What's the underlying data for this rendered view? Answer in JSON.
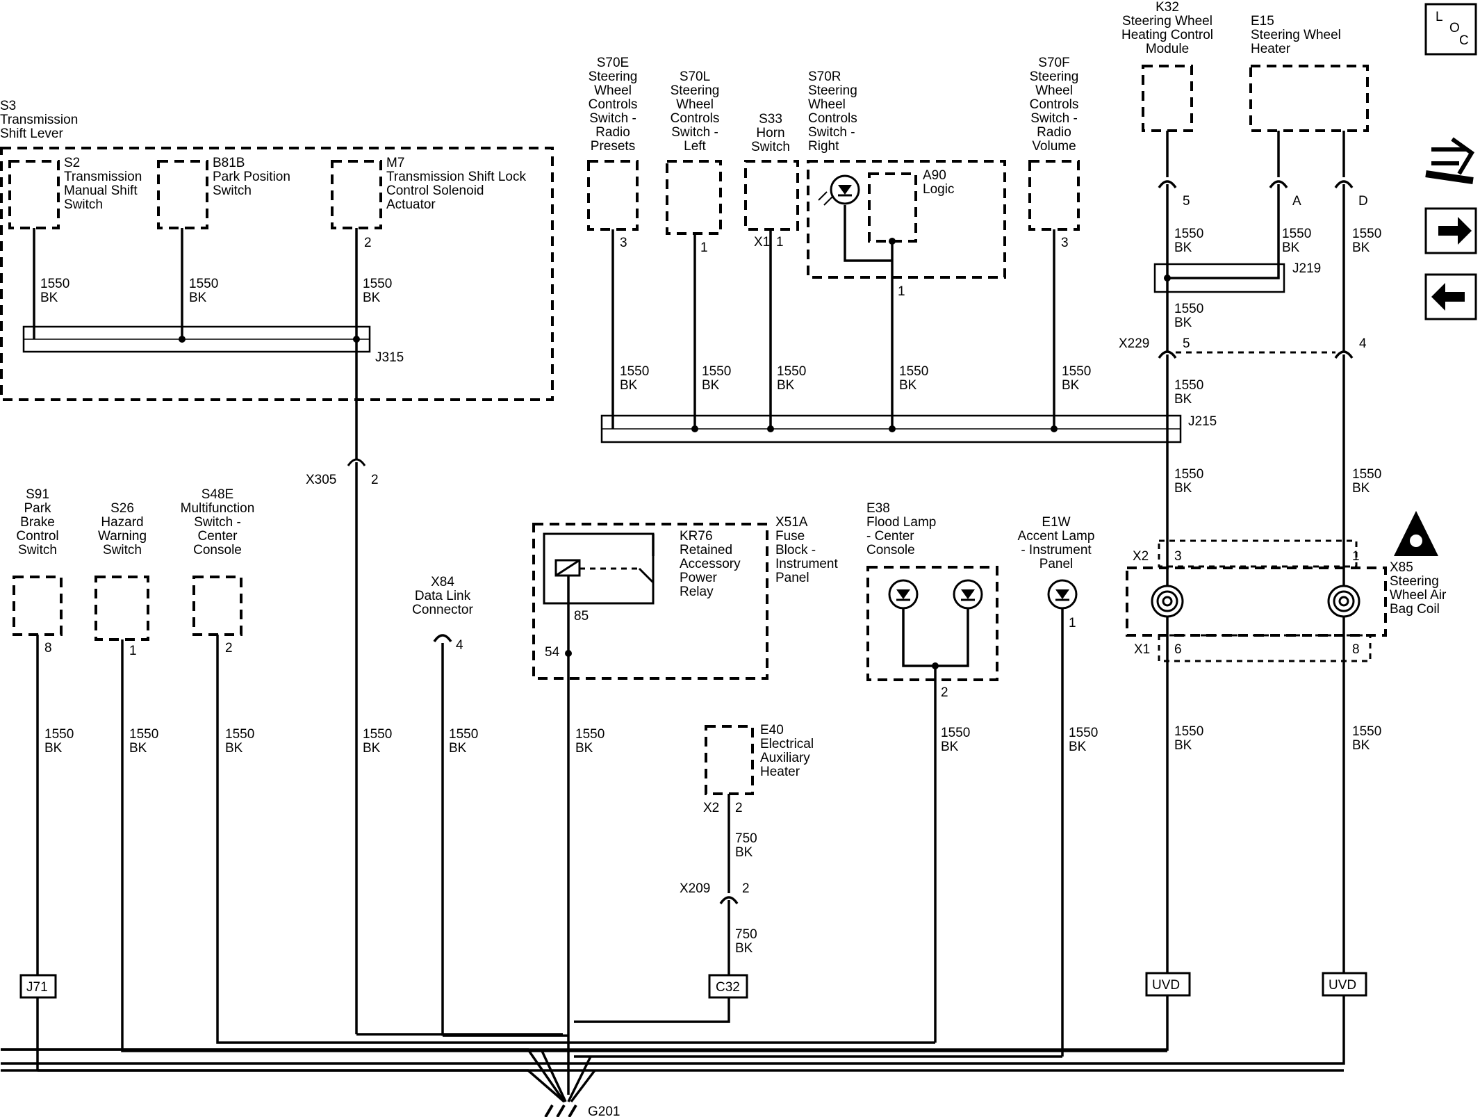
{
  "components": [
    {
      "id": "s3",
      "lines": [
        "S3",
        "Transmission",
        "Shift Lever"
      ]
    },
    {
      "id": "s2",
      "lines": [
        "S2",
        "Transmission",
        "Manual Shift",
        "Switch"
      ]
    },
    {
      "id": "b81b",
      "lines": [
        "B81B",
        "Park Position",
        "Switch"
      ]
    },
    {
      "id": "m7",
      "lines": [
        "M7",
        "Transmission Shift Lock",
        "Control Solenoid",
        "Actuator"
      ]
    },
    {
      "id": "s70e",
      "lines": [
        "S70E",
        "Steering",
        "Wheel",
        "Controls",
        "Switch -",
        "Radio",
        "Presets"
      ]
    },
    {
      "id": "s70l",
      "lines": [
        "S70L",
        "Steering",
        "Wheel",
        "Controls",
        "Switch -",
        "Left"
      ]
    },
    {
      "id": "s33",
      "lines": [
        "S33",
        "Horn",
        "Switch"
      ]
    },
    {
      "id": "s70r",
      "lines": [
        "S70R",
        "Steering",
        "Wheel",
        "Controls",
        "Switch -",
        "Right"
      ]
    },
    {
      "id": "a90",
      "lines": [
        "A90",
        "Logic"
      ]
    },
    {
      "id": "s70f",
      "lines": [
        "S70F",
        "Steering",
        "Wheel",
        "Controls",
        "Switch -",
        "Radio",
        "Volume"
      ]
    },
    {
      "id": "k32",
      "lines": [
        "K32",
        "Steering Wheel",
        "Heating Control",
        "Module"
      ]
    },
    {
      "id": "e15",
      "lines": [
        "E15",
        "Steering Wheel",
        "Heater"
      ]
    },
    {
      "id": "s91",
      "lines": [
        "S91",
        "Park",
        "Brake",
        "Control",
        "Switch"
      ]
    },
    {
      "id": "s26",
      "lines": [
        "S26",
        "Hazard",
        "Warning",
        "Switch"
      ]
    },
    {
      "id": "s48e",
      "lines": [
        "S48E",
        "Multifunction",
        "Switch -",
        "Center",
        "Console"
      ]
    },
    {
      "id": "x84",
      "lines": [
        "X84",
        "Data Link",
        "Connector"
      ]
    },
    {
      "id": "kr76",
      "lines": [
        "KR76",
        "Retained",
        "Accessory",
        "Power",
        "Relay"
      ]
    },
    {
      "id": "x51a",
      "lines": [
        "X51A",
        "Fuse",
        "Block -",
        "Instrument",
        "Panel"
      ]
    },
    {
      "id": "e38",
      "lines": [
        "E38",
        "Flood Lamp",
        "- Center",
        "Console"
      ]
    },
    {
      "id": "e1w",
      "lines": [
        "E1W",
        "Accent Lamp",
        "- Instrument",
        "Panel"
      ]
    },
    {
      "id": "e40",
      "lines": [
        "E40",
        "Electrical",
        "Auxiliary",
        "Heater"
      ]
    },
    {
      "id": "x85",
      "lines": [
        "X85",
        "Steering",
        "Wheel Air",
        "Bag Coil"
      ]
    }
  ],
  "labels": {
    "gauge_1550": "1550",
    "gauge_750": "750",
    "color_bk": "BK",
    "j315": "J315",
    "j215": "J215",
    "j219": "J219",
    "x305": "X305",
    "x229": "X229",
    "x209": "X209",
    "x2": "X2",
    "x1": "X1",
    "g201": "G201",
    "j71": "J71",
    "c32": "C32",
    "uvd": "UVD",
    "loc": [
      "L",
      "O",
      "C"
    ]
  },
  "pins": {
    "m7": "2",
    "s70e": "3",
    "s70l": "1",
    "s33_conn": "X1",
    "s33": "1",
    "a90": "1",
    "s70f": "3",
    "k32": "5",
    "e15_a": "A",
    "e15_d": "D",
    "x229_5": "5",
    "x229_4": "4",
    "x305": "2",
    "s91": "8",
    "s26": "1",
    "s48e": "2",
    "x84": "4",
    "kr76_85": "85",
    "x51a_54": "54",
    "e38": "2",
    "e1w": "1",
    "x85_3": "3",
    "x85_1": "1",
    "x85_6": "6",
    "x85_8": "8",
    "e40": "2",
    "x209": "2"
  },
  "nav": {
    "icons": [
      "loc-icon",
      "component-icon",
      "next-arrow-icon",
      "prev-arrow-icon"
    ]
  }
}
